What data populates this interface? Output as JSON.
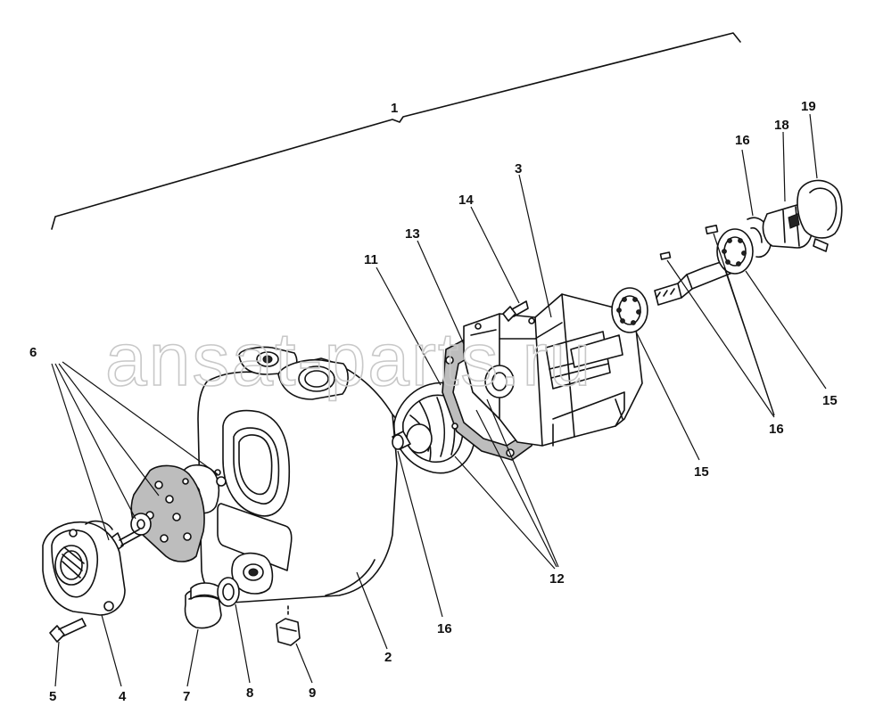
{
  "watermark": "ansat-parts.ru",
  "callouts": {
    "c1": "1",
    "c2": "2",
    "c3": "3",
    "c4": "4",
    "c5": "5",
    "c6": "6",
    "c7": "7",
    "c8": "8",
    "c9": "9",
    "c11": "11",
    "c12": "12",
    "c13": "13",
    "c14": "14",
    "c15a": "15",
    "c15b": "15",
    "c16a": "16",
    "c16b": "16",
    "c16c": "16",
    "c18": "18",
    "c19": "19"
  }
}
